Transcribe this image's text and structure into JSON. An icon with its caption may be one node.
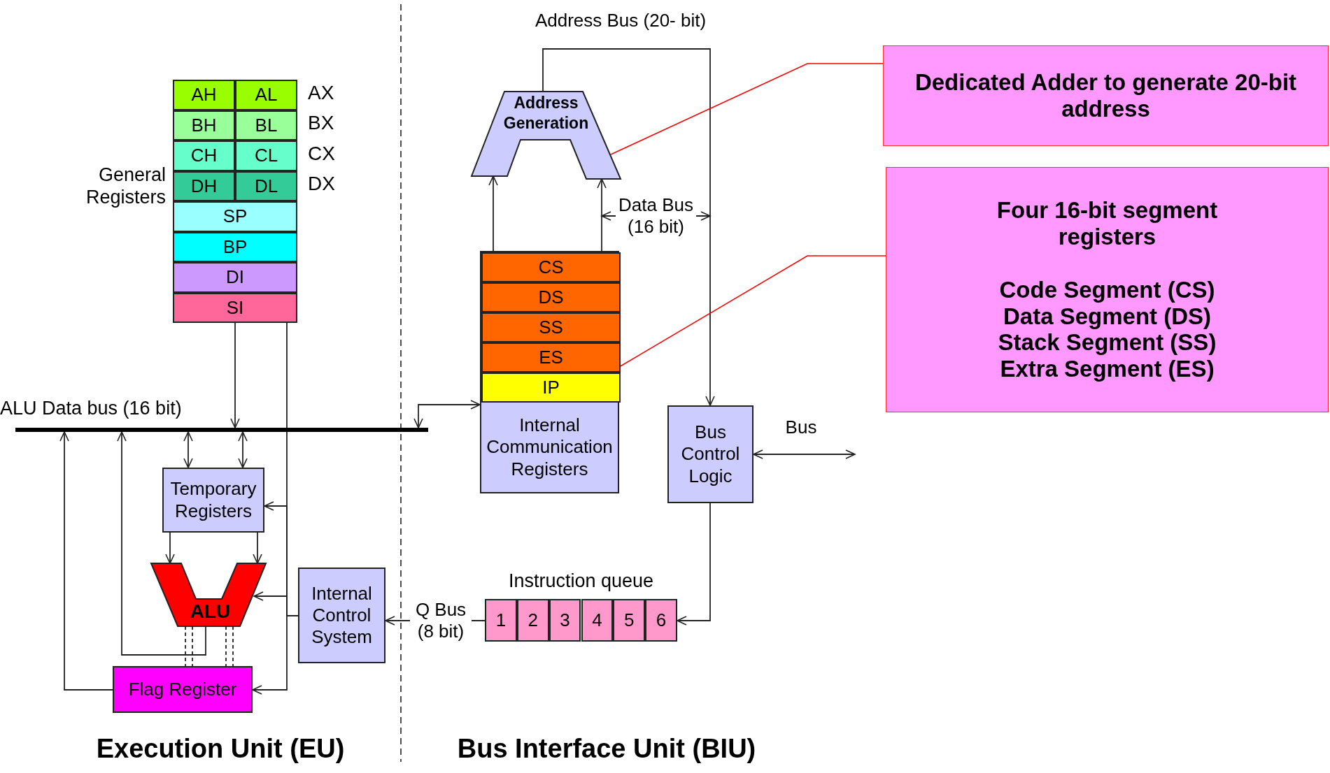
{
  "diagram": {
    "nodes": [
      {
        "text": [
          "General Registers"
        ]
      },
      {
        "text": [
          "AH"
        ],
        "in": 0
      },
      {
        "text": [
          "AL"
        ],
        "in": 0
      },
      {
        "text": [
          "BH"
        ],
        "in": 0
      },
      {
        "text": [
          "BL"
        ],
        "in": 0
      },
      {
        "text": [
          "CH"
        ],
        "in": 0
      },
      {
        "text": [
          "CL"
        ],
        "in": 0
      },
      {
        "text": [
          "DH"
        ],
        "in": 0
      },
      {
        "text": [
          "DL"
        ],
        "in": 0
      },
      {
        "text": [
          "SP"
        ],
        "in": 0
      },
      {
        "text": [
          "BP"
        ],
        "in": 0
      },
      {
        "text": [
          "DI"
        ],
        "in": 0
      },
      {
        "text": [
          "SI"
        ],
        "in": 0
      },
      {
        "text": [
          "ALU Data bus (16 bit)"
        ]
      },
      {
        "text": [
          "Temporary Registers"
        ]
      },
      {
        "text": [
          "ALU"
        ]
      },
      {
        "text": [
          "Flag Register"
        ]
      },
      {
        "text": [
          "Internal Control System"
        ]
      },
      {
        "text": [
          "Address Generation"
        ]
      },
      {
        "text": [],
        "shape": "box"
      },
      {
        "text": [
          "CS"
        ],
        "in": 19
      },
      {
        "text": [
          "DS"
        ],
        "in": 19
      },
      {
        "text": [
          "SS"
        ],
        "in": 19
      },
      {
        "text": [
          "ES"
        ],
        "in": 19
      },
      {
        "text": [
          "IP"
        ],
        "in": 19
      },
      {
        "text": [
          "Internal Communication Registers"
        ]
      },
      {
        "text": [
          "Bus Control Logic"
        ]
      },
      {
        "text": [
          "Instruction queue"
        ]
      },
      {
        "text": [
          "1"
        ],
        "in": 27
      },
      {
        "text": [
          "2"
        ],
        "in": 27
      },
      {
        "text": [
          "3"
        ],
        "in": 27
      },
      {
        "text": [
          "4"
        ],
        "in": 27
      },
      {
        "text": [
          "5"
        ],
        "in": 27
      },
      {
        "text": [
          "6"
        ],
        "in": 27
      },
      {
        "text": [
          "Dedicated Adder to generate 20-bit address"
        ]
      },
      {
        "text": [
          "Four 16-bit segment registers",
          "Code Segment (CS)",
          "Data Segment (DS)",
          "Stack Segment (SS)",
          "Extra Segment (ES)"
        ]
      }
    ],
    "edges": [
      {
        "from": 0,
        "to": 13,
        "arrow": "to"
      },
      {
        "from": 17,
        "to": 0,
        "arrow": "none"
      },
      {
        "from": 17,
        "to": 14,
        "arrow": "to"
      },
      {
        "from": 17,
        "to": 15,
        "arrow": "to"
      },
      {
        "from": 17,
        "to": 16,
        "arrow": "to"
      },
      {
        "from": 13,
        "to": 14,
        "arrow": "both"
      },
      {
        "from": 13,
        "to": 14,
        "arrow": "both"
      },
      {
        "from": 14,
        "to": 15,
        "arrow": "to"
      },
      {
        "from": 14,
        "to": 15,
        "arrow": "to"
      },
      {
        "from": 15,
        "to": 13,
        "arrow": "to"
      },
      {
        "from": 16,
        "to": 13,
        "arrow": "to"
      },
      {
        "from": 15,
        "to": 16,
        "arrow": "none",
        "style": "dashed"
      },
      {
        "from": 15,
        "to": 16,
        "arrow": "none",
        "style": "dashed"
      },
      {
        "from": 13,
        "to": 25,
        "arrow": "both"
      },
      {
        "from": 19,
        "to": 18,
        "arrow": "to"
      },
      {
        "from": 19,
        "to": 18,
        "arrow": "to"
      },
      {
        "from": 18,
        "to": 26,
        "arrow": "to",
        "label": "Address Bus (20- bit)"
      },
      {
        "from": 19,
        "to": null,
        "arrow": "both",
        "label": "Data Bus (16 bit)"
      },
      {
        "from": 26,
        "to": null,
        "arrow": "both",
        "label": "Bus"
      },
      {
        "from": 26,
        "to": 27,
        "arrow": "to"
      },
      {
        "from": 27,
        "to": 17,
        "arrow": "to",
        "label": "Q Bus (8 bit)"
      },
      {
        "from": 34,
        "to": 18,
        "arrow": "none",
        "color": "#ff0000"
      },
      {
        "from": 35,
        "to": 19,
        "arrow": "none",
        "color": "#ff0000"
      }
    ],
    "labels": [
      "AX",
      "BX",
      "CX",
      "DX",
      "Execution Unit (EU)",
      "Bus Interface Unit (BIU)"
    ]
  }
}
